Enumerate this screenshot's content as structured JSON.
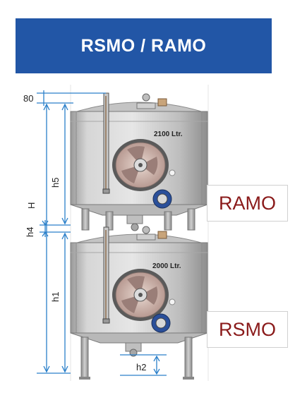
{
  "header": {
    "title": "RSMO / RAMO"
  },
  "tanks": {
    "top": {
      "capacity": "2100 Ltr."
    },
    "bottom": {
      "capacity": "2000 Ltr."
    }
  },
  "labels": {
    "ramo": "RAMO",
    "rsmo": "RSMO"
  },
  "dimensions": {
    "d80": "80",
    "H": "H",
    "h5": "h5",
    "h4": "h4",
    "h1": "h1",
    "h2": "h2"
  },
  "colors": {
    "banner": "#2256a6",
    "dimension_lines": "#2a7fc9",
    "label_text": "#8a1a1a"
  }
}
